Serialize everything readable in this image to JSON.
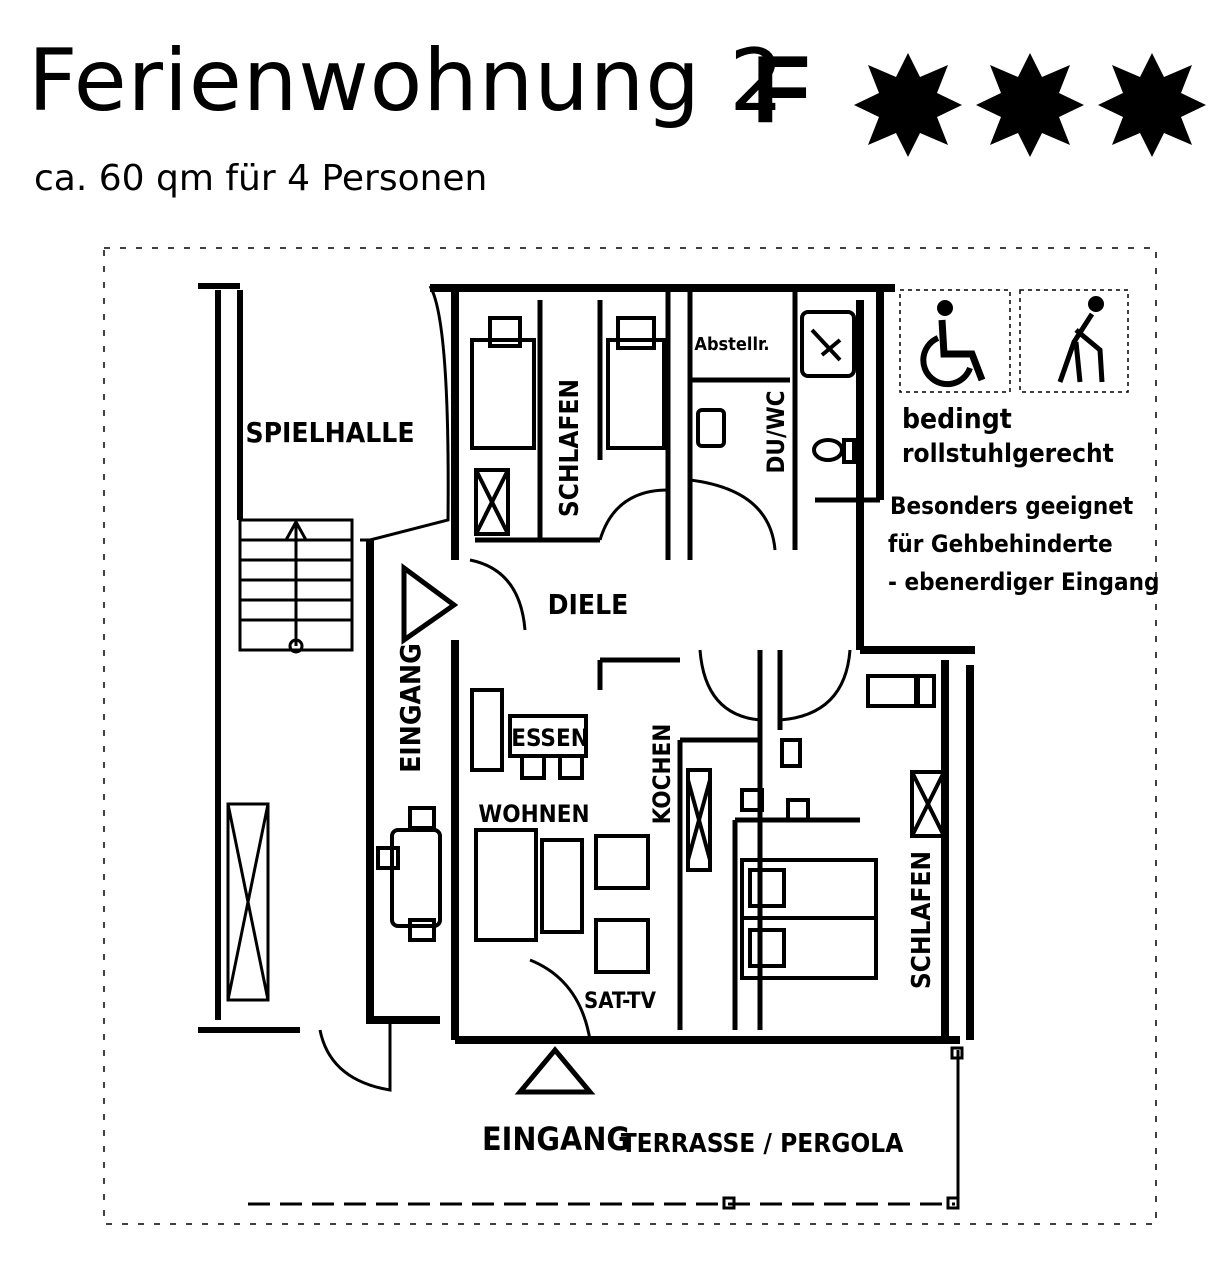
{
  "header": {
    "title": "Ferienwohnung 2",
    "grade": "F",
    "stars": 3,
    "subtitle": "ca. 60 qm für 4 Personen"
  },
  "rooms": {
    "spielhalle": "SPIELHALLE",
    "schlafen_1": "SCHLAFEN",
    "abstell": "Abstellr.",
    "du_wc": "DU/WC",
    "diele": "DIELE",
    "eingang_side": "EINGANG",
    "essen": "ESSEN",
    "wohnen": "WOHNEN",
    "kochen": "KOCHEN",
    "sat_tv": "SAT-TV",
    "schlafen_2": "SCHLAFEN",
    "eingang_bottom": "EINGANG",
    "terrasse": "TERRASSE / PERGOLA"
  },
  "accessibility": {
    "line1": "bedingt",
    "line2": "rollstuhlgerecht",
    "note1": "Besonders geeignet",
    "note2": "für Gehbehinderte",
    "note3": "- ebenerdiger Eingang",
    "icons": [
      "wheelchair-icon",
      "walking-cane-icon"
    ]
  }
}
